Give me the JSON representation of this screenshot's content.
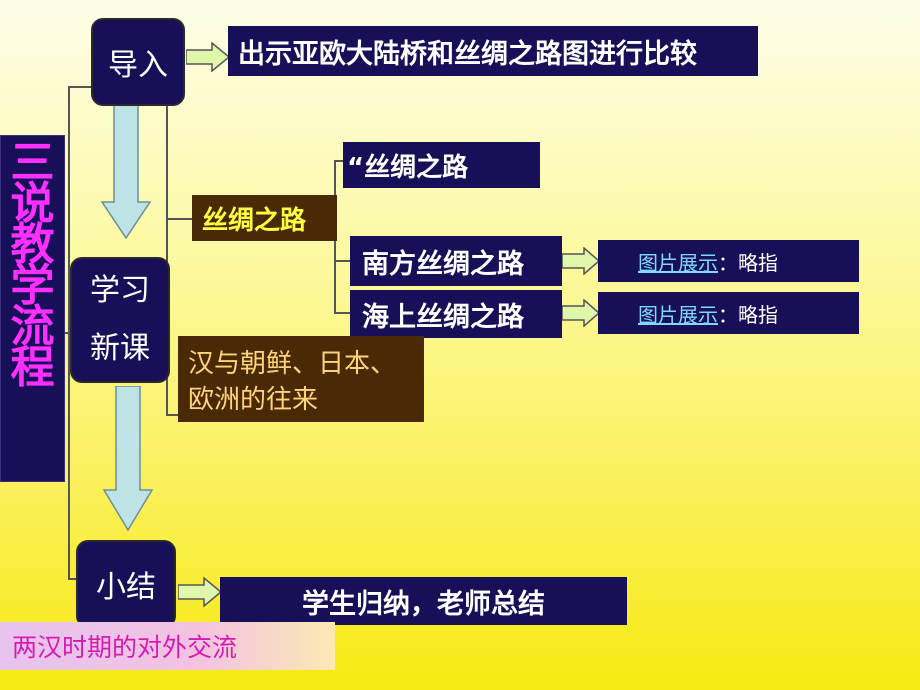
{
  "side_title": [
    "三",
    "说",
    "教",
    "学",
    "流",
    "程"
  ],
  "nodes": {
    "intro": "导入",
    "learn_line1": "学习",
    "learn_line2": "新课",
    "summary": "小结"
  },
  "boxes": {
    "intro_action": "出示亚欧大陆桥和丝绸之路图进行比较",
    "silk_road": "丝绸之路",
    "silk_road_quote": "“丝绸之路",
    "south_silk_road": "南方丝绸之路",
    "sea_silk_road": "海上丝绸之路",
    "han_relations_line1": "汉与朝鲜、日本、",
    "han_relations_line2": "欧洲的往来",
    "summary_action": "学生归纳，老师总结"
  },
  "picture_rows": [
    {
      "link": "图片展示",
      "suffix": "：略指"
    },
    {
      "link": "图片展示",
      "suffix": "：略指"
    }
  ],
  "footer": "两汉时期的对外交流",
  "colors": {
    "navy": "#180f59",
    "brown": "#4a2a05",
    "magenta": "#ff2fff",
    "silk_yellow": "#ffff40",
    "relations_text": "#ffd37a",
    "arrow_fill": "#bde3e6",
    "small_arrow_fill": "#dff7a8"
  }
}
